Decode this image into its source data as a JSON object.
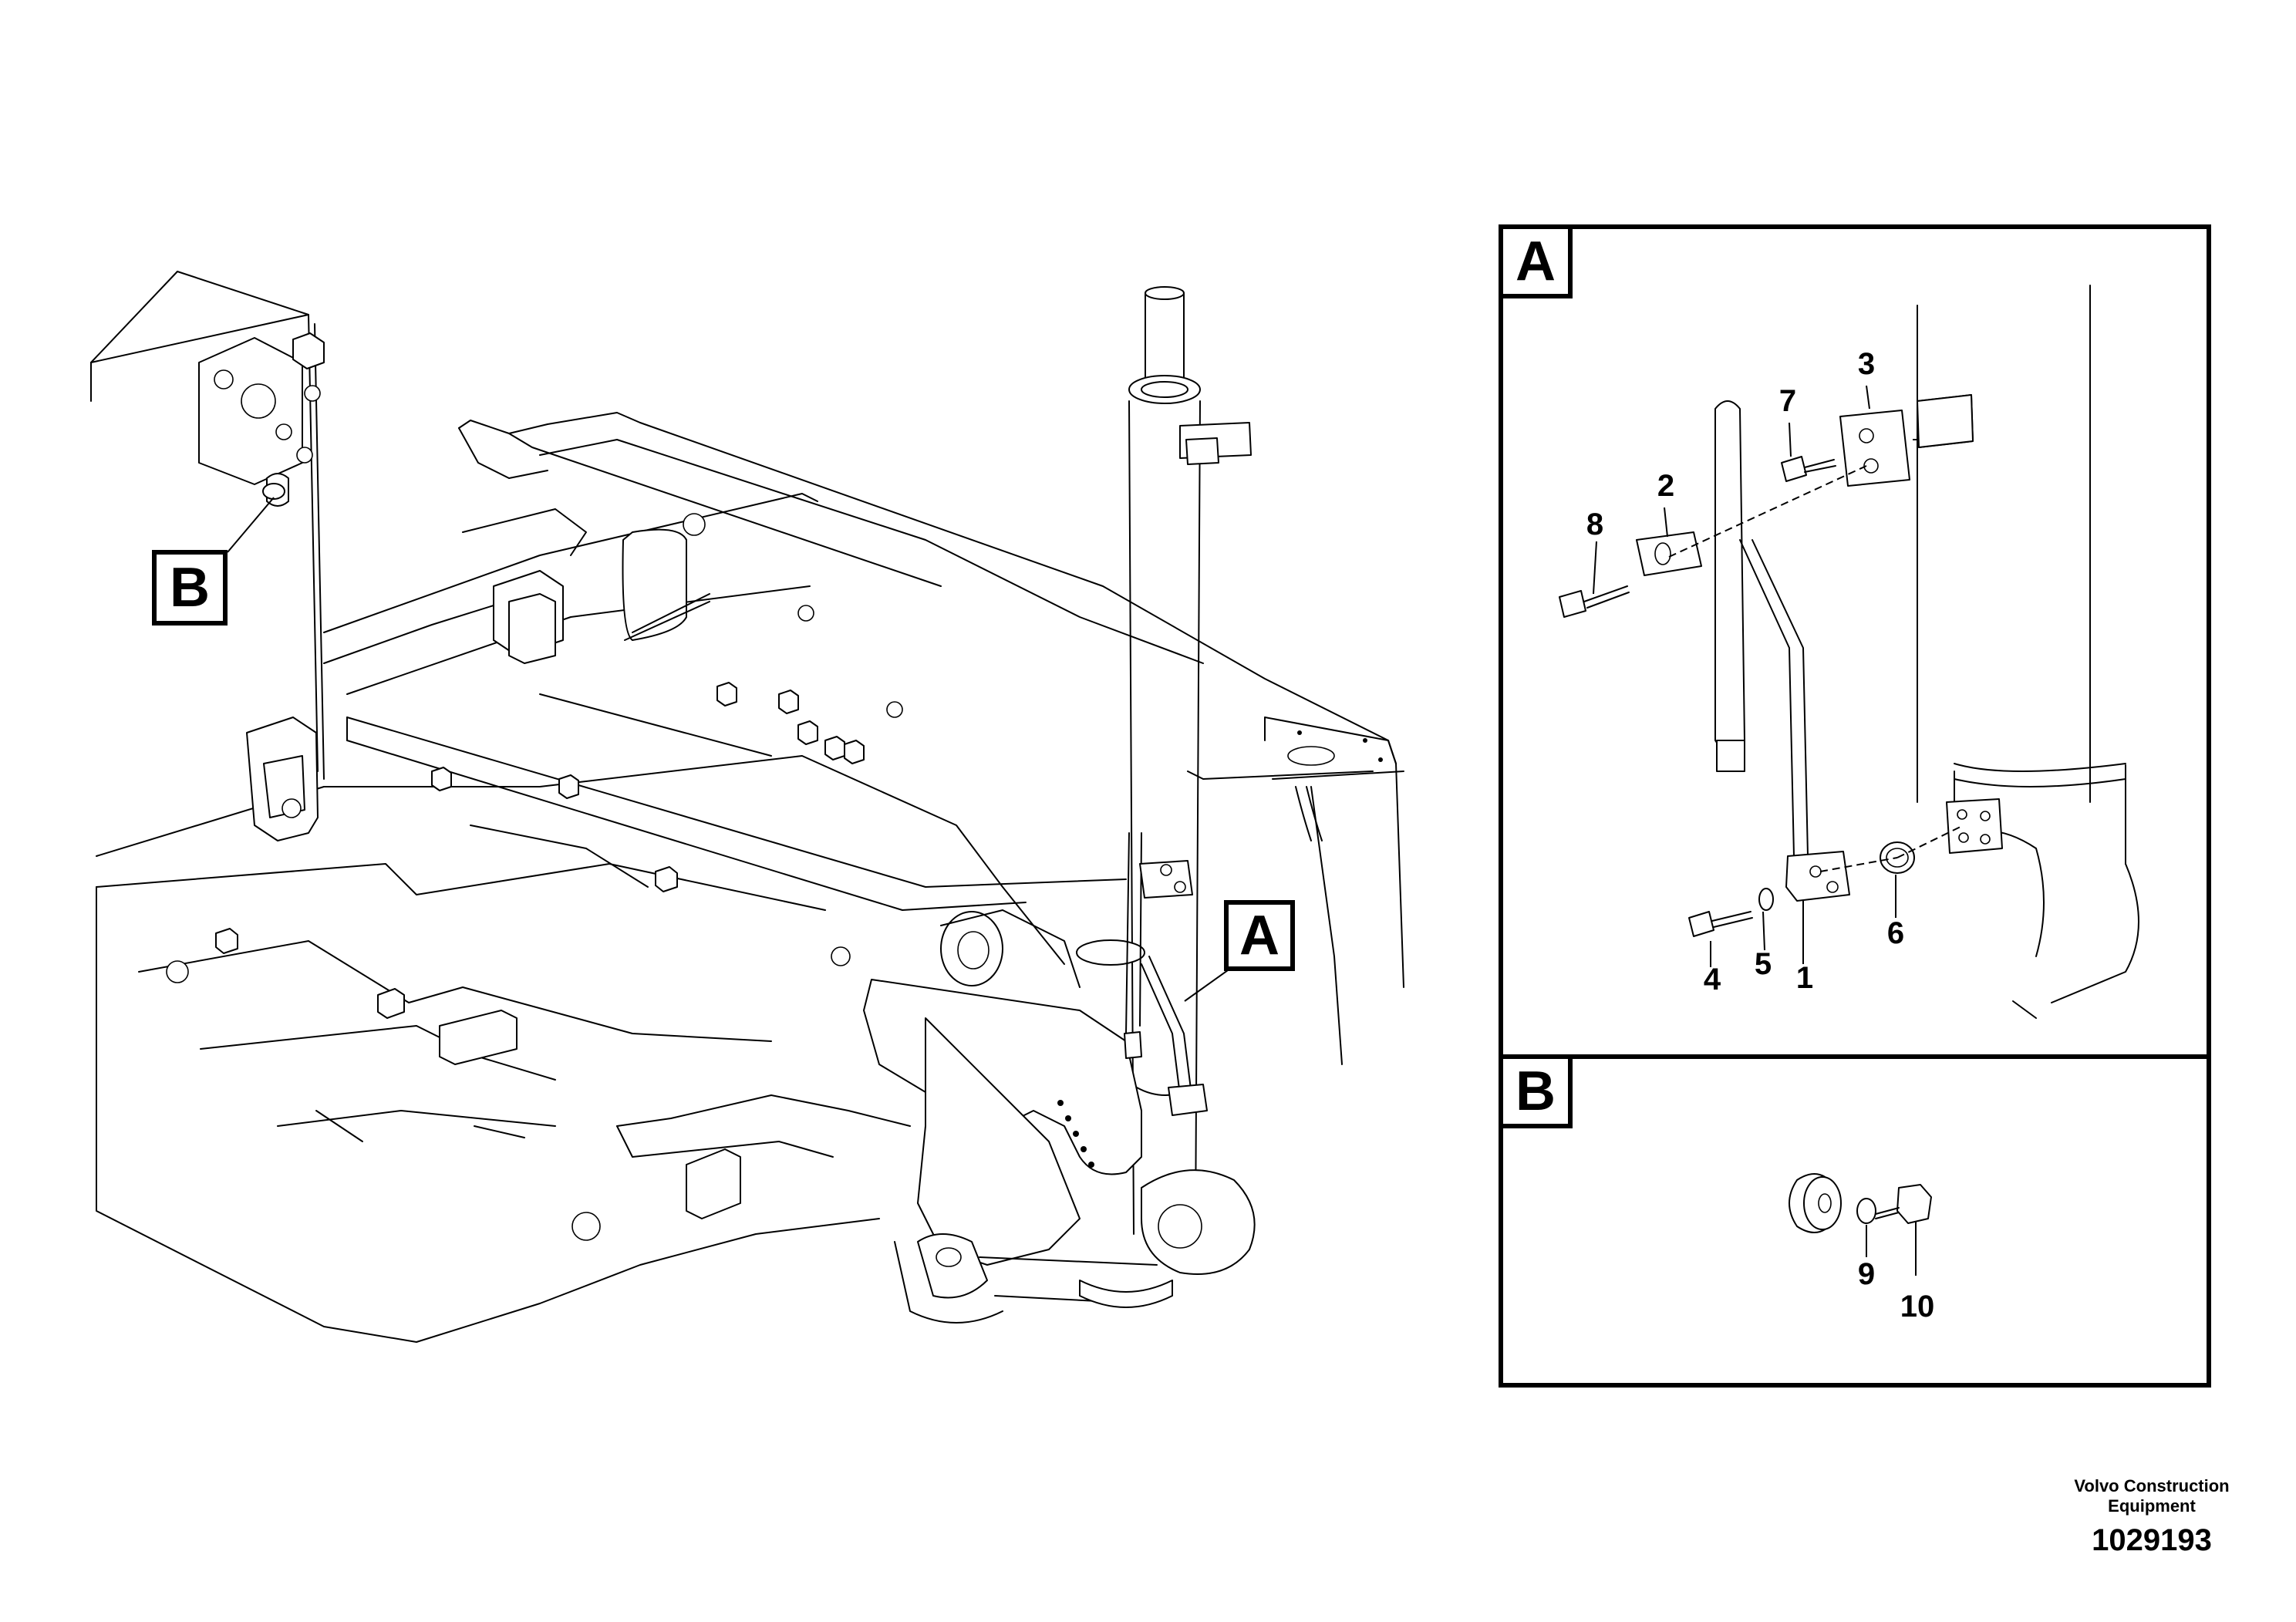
{
  "main_view": {
    "callout_a": "A",
    "callout_b": "B"
  },
  "detail_a": {
    "label": "A",
    "items": [
      "1",
      "2",
      "3",
      "4",
      "5",
      "6",
      "7",
      "8"
    ]
  },
  "detail_b": {
    "label": "B",
    "items": [
      "9",
      "10"
    ]
  },
  "footer": {
    "brand_line1": "Volvo Construction",
    "brand_line2": "Equipment",
    "drawing_number": "1029193"
  }
}
